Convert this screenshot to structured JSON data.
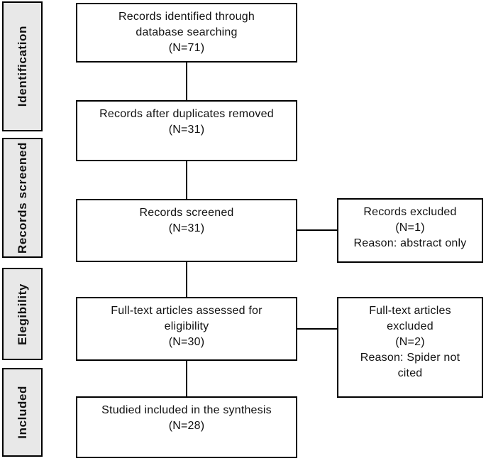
{
  "colors": {
    "background": "#ffffff",
    "box_fill": "#ffffff",
    "stage_fill": "#e8e8e8",
    "border": "#000000",
    "text": "#111111"
  },
  "sidebar": {
    "items": [
      {
        "id": "identification",
        "label": "Identification"
      },
      {
        "id": "records-screened",
        "label": "Records screened"
      },
      {
        "id": "eligibility",
        "label": "Elegibility"
      },
      {
        "id": "included",
        "label": "Included"
      }
    ]
  },
  "flow": {
    "main_boxes": [
      {
        "id": "records-identified",
        "n": 71,
        "text": "Records identified through\ndatabase searching\n(N=71)"
      },
      {
        "id": "duplicates-removed",
        "n": 31,
        "text": "Records after duplicates removed\n(N=31)"
      },
      {
        "id": "records-screened",
        "n": 31,
        "text": "Records screened\n(N=31)"
      },
      {
        "id": "fulltext-assessed",
        "n": 30,
        "text": "Full-text articles assessed for\neligibility\n(N=30)"
      },
      {
        "id": "included-synthesis",
        "n": 28,
        "text": "Studied included in the synthesis\n(N=28)"
      }
    ],
    "side_boxes": [
      {
        "id": "records-excluded",
        "n": 1,
        "text": "Records excluded\n(N=1)\nReason: abstract only"
      },
      {
        "id": "fulltext-excluded",
        "n": 2,
        "text": "Full-text articles\nexcluded\n(N=2)\nReason: Spider not\ncited"
      }
    ]
  }
}
